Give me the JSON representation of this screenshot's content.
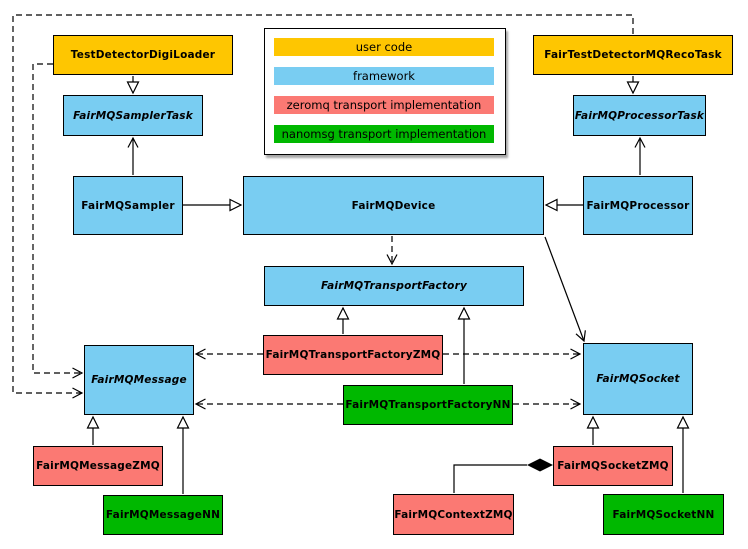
{
  "colors": {
    "user_code": "#FEC601",
    "framework": "#79CDF2",
    "zeromq": "#FB7973",
    "nanomsg": "#00B800",
    "line": "#000000",
    "background": "#FFFFFF"
  },
  "legend": {
    "items": [
      {
        "label": "user code",
        "category": "user_code"
      },
      {
        "label": "framework",
        "category": "framework"
      },
      {
        "label": "zeromq transport implementation",
        "category": "zeromq"
      },
      {
        "label": "nanomsg transport implementation",
        "category": "nanomsg"
      }
    ]
  },
  "nodes": {
    "testDetectorDigiLoader": {
      "label": "TestDetectorDigiLoader",
      "category": "user_code",
      "abstract": false
    },
    "fairTestDetectorMQRecoTask": {
      "label": "FairTestDetectorMQRecoTask",
      "category": "user_code",
      "abstract": false
    },
    "fairMQSamplerTask": {
      "label": "FairMQSamplerTask",
      "category": "framework",
      "abstract": true
    },
    "fairMQProcessorTask": {
      "label": "FairMQProcessorTask",
      "category": "framework",
      "abstract": true
    },
    "fairMQSampler": {
      "label": "FairMQSampler",
      "category": "framework",
      "abstract": false
    },
    "fairMQDevice": {
      "label": "FairMQDevice",
      "category": "framework",
      "abstract": false
    },
    "fairMQProcessor": {
      "label": "FairMQProcessor",
      "category": "framework",
      "abstract": false
    },
    "fairMQTransportFactory": {
      "label": "FairMQTransportFactory",
      "category": "framework",
      "abstract": true
    },
    "fairMQTransportFactoryZMQ": {
      "label": "FairMQTransportFactoryZMQ",
      "category": "zeromq",
      "abstract": false
    },
    "fairMQTransportFactoryNN": {
      "label": "FairMQTransportFactoryNN",
      "category": "nanomsg",
      "abstract": false
    },
    "fairMQMessage": {
      "label": "FairMQMessage",
      "category": "framework",
      "abstract": true
    },
    "fairMQSocket": {
      "label": "FairMQSocket",
      "category": "framework",
      "abstract": true
    },
    "fairMQMessageZMQ": {
      "label": "FairMQMessageZMQ",
      "category": "zeromq",
      "abstract": false
    },
    "fairMQMessageNN": {
      "label": "FairMQMessageNN",
      "category": "nanomsg",
      "abstract": false
    },
    "fairMQSocketZMQ": {
      "label": "FairMQSocketZMQ",
      "category": "zeromq",
      "abstract": false
    },
    "fairMQContextZMQ": {
      "label": "FairMQContextZMQ",
      "category": "zeromq",
      "abstract": false
    },
    "fairMQSocketNN": {
      "label": "FairMQSocketNN",
      "category": "nanomsg",
      "abstract": false
    }
  },
  "edges": [
    {
      "from": "TestDetectorDigiLoader",
      "to": "FairMQSamplerTask",
      "type": "inheritance"
    },
    {
      "from": "FairTestDetectorMQRecoTask",
      "to": "FairMQProcessorTask",
      "type": "inheritance"
    },
    {
      "from": "FairMQSampler",
      "to": "FairMQDevice",
      "type": "inheritance"
    },
    {
      "from": "FairMQProcessor",
      "to": "FairMQDevice",
      "type": "inheritance"
    },
    {
      "from": "FairMQTransportFactoryZMQ",
      "to": "FairMQTransportFactory",
      "type": "inheritance"
    },
    {
      "from": "FairMQTransportFactoryNN",
      "to": "FairMQTransportFactory",
      "type": "inheritance"
    },
    {
      "from": "FairMQMessageZMQ",
      "to": "FairMQMessage",
      "type": "inheritance"
    },
    {
      "from": "FairMQMessageNN",
      "to": "FairMQMessage",
      "type": "inheritance"
    },
    {
      "from": "FairMQSocketZMQ",
      "to": "FairMQSocket",
      "type": "inheritance"
    },
    {
      "from": "FairMQSocketNN",
      "to": "FairMQSocket",
      "type": "inheritance"
    },
    {
      "from": "FairMQSampler",
      "to": "FairMQSamplerTask",
      "type": "association"
    },
    {
      "from": "FairMQProcessor",
      "to": "FairMQProcessorTask",
      "type": "association"
    },
    {
      "from": "FairMQDevice",
      "to": "FairMQSocket",
      "type": "association"
    },
    {
      "from": "FairMQDevice",
      "to": "FairMQTransportFactory",
      "type": "dependency"
    },
    {
      "from": "TestDetectorDigiLoader",
      "to": "FairMQMessage",
      "type": "dependency"
    },
    {
      "from": "FairTestDetectorMQRecoTask",
      "to": "FairMQMessage",
      "type": "dependency"
    },
    {
      "from": "FairMQTransportFactoryZMQ",
      "to": "FairMQMessage",
      "type": "dependency"
    },
    {
      "from": "FairMQTransportFactoryZMQ",
      "to": "FairMQSocket",
      "type": "dependency"
    },
    {
      "from": "FairMQTransportFactoryNN",
      "to": "FairMQMessage",
      "type": "dependency"
    },
    {
      "from": "FairMQTransportFactoryNN",
      "to": "FairMQSocket",
      "type": "dependency"
    },
    {
      "from": "FairMQContextZMQ",
      "to": "FairMQSocketZMQ",
      "type": "composition"
    }
  ]
}
